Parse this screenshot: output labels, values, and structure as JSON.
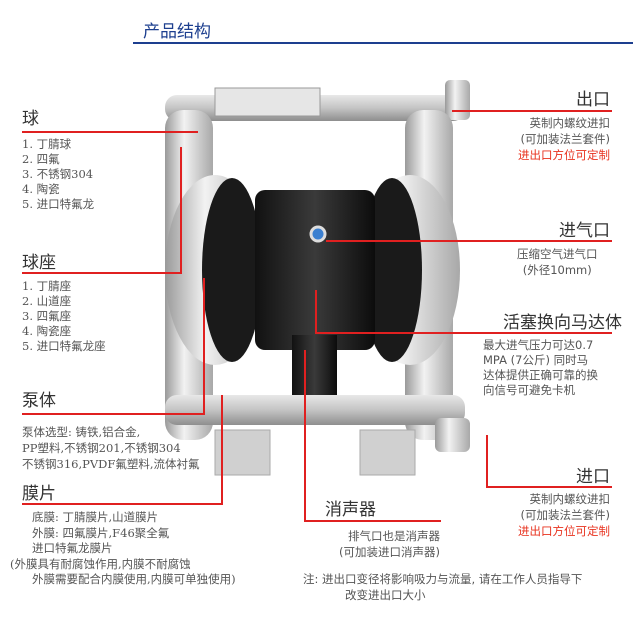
{
  "title": "产品结构",
  "left": {
    "ball": {
      "heading": "球",
      "items": [
        "1. 丁腈球",
        "2. 四氟",
        "3. 不锈钢304",
        "4. 陶瓷",
        "5. 进口特氟龙"
      ]
    },
    "seat": {
      "heading": "球座",
      "items": [
        "1. 丁腈座",
        "2. 山道座",
        "3. 四氟座",
        "4. 陶瓷座",
        "5. 进口特氟龙座"
      ]
    },
    "body": {
      "heading": "泵体",
      "lines": [
        "泵体选型: 铸铁,铝合金,",
        "PP塑料,不锈钢201,不锈钢304",
        "不锈钢316,PVDF氟塑料,流体衬氟"
      ]
    },
    "diaphragm": {
      "heading": "膜片",
      "lines": [
        "底膜: 丁腈膜片,山道膜片",
        "外膜: 四氟膜片,F46聚全氟",
        "进口特氟龙膜片",
        "(外膜具有耐腐蚀作用,内膜不耐腐蚀",
        "外膜需要配合内膜使用,内膜可单独使用)"
      ]
    }
  },
  "right": {
    "outlet": {
      "heading": "出口",
      "lines": [
        "英制内螺纹进扣",
        "(可加装法兰套件)"
      ],
      "highlight": "进出口方位可定制"
    },
    "air_inlet": {
      "heading": "进气口",
      "lines": [
        "压缩空气进气口",
        "(外径10mm)"
      ]
    },
    "motor": {
      "heading": "活塞换向马达体",
      "lines": [
        "最大进气压力可达0.7",
        "MPA (7公斤) 同时马",
        "达体提供正确可靠的换",
        "向信号可避免卡机"
      ]
    },
    "inlet": {
      "heading": "进口",
      "lines": [
        "英制内螺纹进扣",
        "(可加装法兰套件)"
      ],
      "highlight": "进出口方位可定制"
    },
    "muffler": {
      "heading": "消声器",
      "lines": [
        "排气口也是消声器",
        "(可加装进口消声器)"
      ]
    }
  },
  "note": {
    "lines": [
      "注: 进出口变径将影响吸力与流量, 请在工作人员指导下",
      "改变进出口大小"
    ]
  },
  "colors": {
    "accent_blue": "#1d3f8f",
    "callout_red": "#e02020",
    "highlight_red": "#e8321e"
  }
}
